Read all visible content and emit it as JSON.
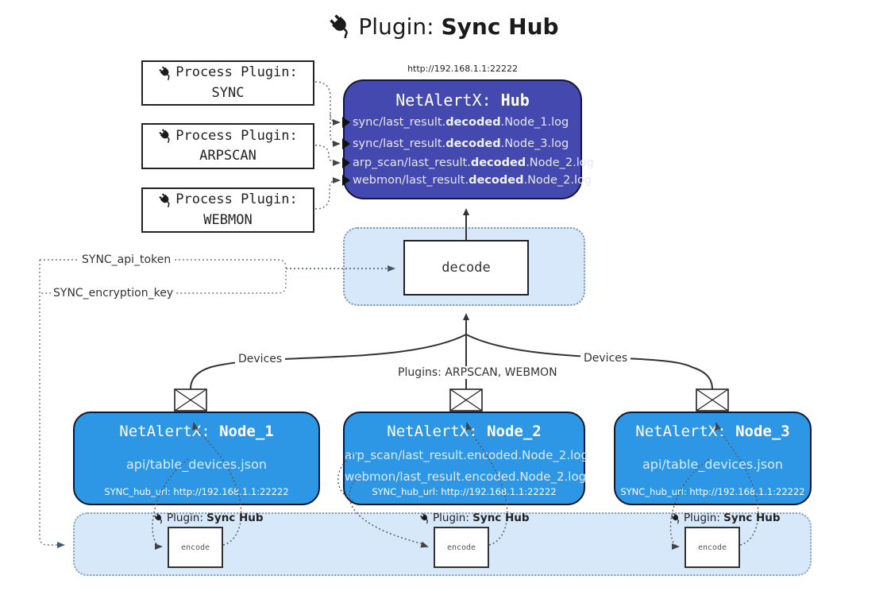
{
  "title": {
    "prefix": "Plugin: ",
    "name": "Sync Hub"
  },
  "colors": {
    "hub_bg": "#4349ae",
    "node_bg": "#2e97e5",
    "panel_bg": "#d7e8fb",
    "border": "#15162b"
  },
  "process_plugins": {
    "label": "Process Plugin:",
    "items": [
      {
        "name": "SYNC"
      },
      {
        "name": "ARPSCAN"
      },
      {
        "name": "WEBMON"
      }
    ]
  },
  "hub": {
    "url": "http://192.168.1.1:22222",
    "title_prefix": "NetAlertX: ",
    "title_name": "Hub",
    "logs": [
      {
        "pre": "sync/last_result.",
        "bold": "decoded",
        "post": ".Node_1.log"
      },
      {
        "pre": "sync/last_result.",
        "bold": "decoded",
        "post": ".Node_3.log"
      },
      {
        "pre": "arp_scan/last_result.",
        "bold": "decoded",
        "post": ".Node_2.log"
      },
      {
        "pre": "webmon/last_result.",
        "bold": "decoded",
        "post": ".Node_2.log"
      }
    ]
  },
  "decode": {
    "label": "decode"
  },
  "tokens": {
    "api_token": "SYNC_api_token",
    "encryption_key": "SYNC_encryption_key"
  },
  "edge_labels": {
    "devices_left": "Devices",
    "devices_right": "Devices",
    "plugins_center": "Plugins: ARPSCAN, WEBMON"
  },
  "nodes": [
    {
      "title_prefix": "NetAlertX: ",
      "title_name": "Node_1",
      "lines": [
        "api/table_devices.json"
      ],
      "footer": "SYNC_hub_url: http://192.168.1.1:22222"
    },
    {
      "title_prefix": "NetAlertX: ",
      "title_name": "Node_2",
      "lines": [
        "arp_scan/last_result.encoded.Node_2.log",
        "webmon/last_result.encoded.Node_2.log"
      ],
      "footer": "SYNC_hub_url: http://192.168.1.1:22222"
    },
    {
      "title_prefix": "NetAlertX: ",
      "title_name": "Node_3",
      "lines": [
        "api/table_devices.json"
      ],
      "footer": "SYNC_hub_url: http://192.168.1.1:22222"
    }
  ],
  "encode_band": {
    "plugin_label_prefix": "Plugin: ",
    "plugin_label_name": "Sync Hub",
    "encode_label": "encode"
  }
}
